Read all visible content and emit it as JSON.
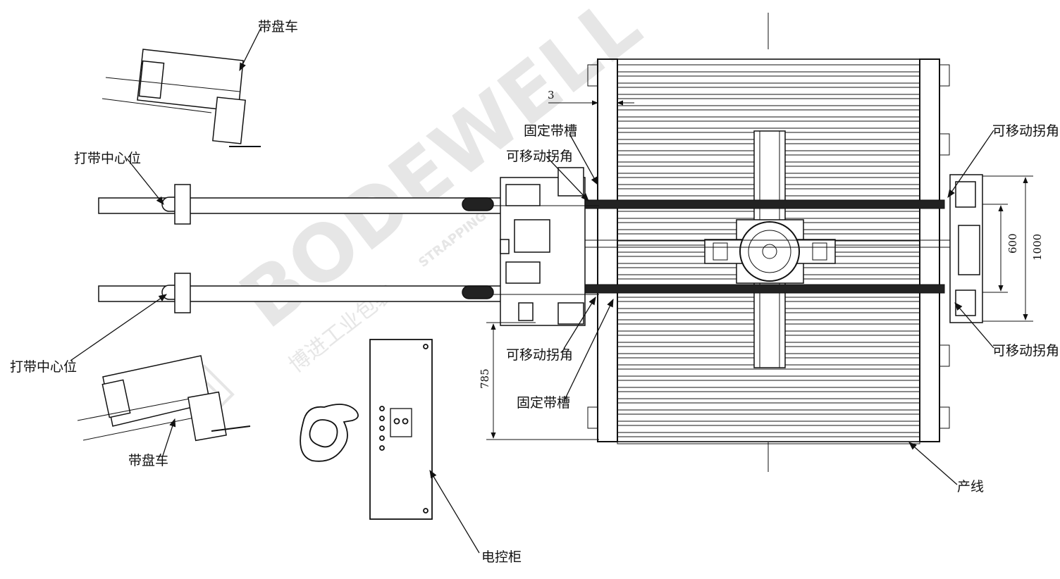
{
  "labels": {
    "reel_cart_top": "带盘车",
    "reel_cart_bottom": "带盘车",
    "strap_center_top": "打带中心位",
    "strap_center_bottom": "打带中心位",
    "fixed_slot_top": "固定带槽",
    "fixed_slot_bottom": "固定带槽",
    "movable_corner_left_top": "可移动拐角",
    "movable_corner_left_bottom": "可移动拐角",
    "movable_corner_right_top": "可移动拐角",
    "movable_corner_right_bottom": "可移动拐角",
    "production_line": "产线",
    "control_cabinet": "电控柜"
  },
  "dimensions": {
    "gap": "3",
    "inner_span": "600",
    "outer_span": "1000",
    "side_offset": "785"
  },
  "watermark": {
    "brand": "BODEWELL",
    "sub": "STRAPPING",
    "cn": "博进工业包装"
  },
  "colors": {
    "line": "#111111",
    "watermark": "#e6e6e6"
  }
}
